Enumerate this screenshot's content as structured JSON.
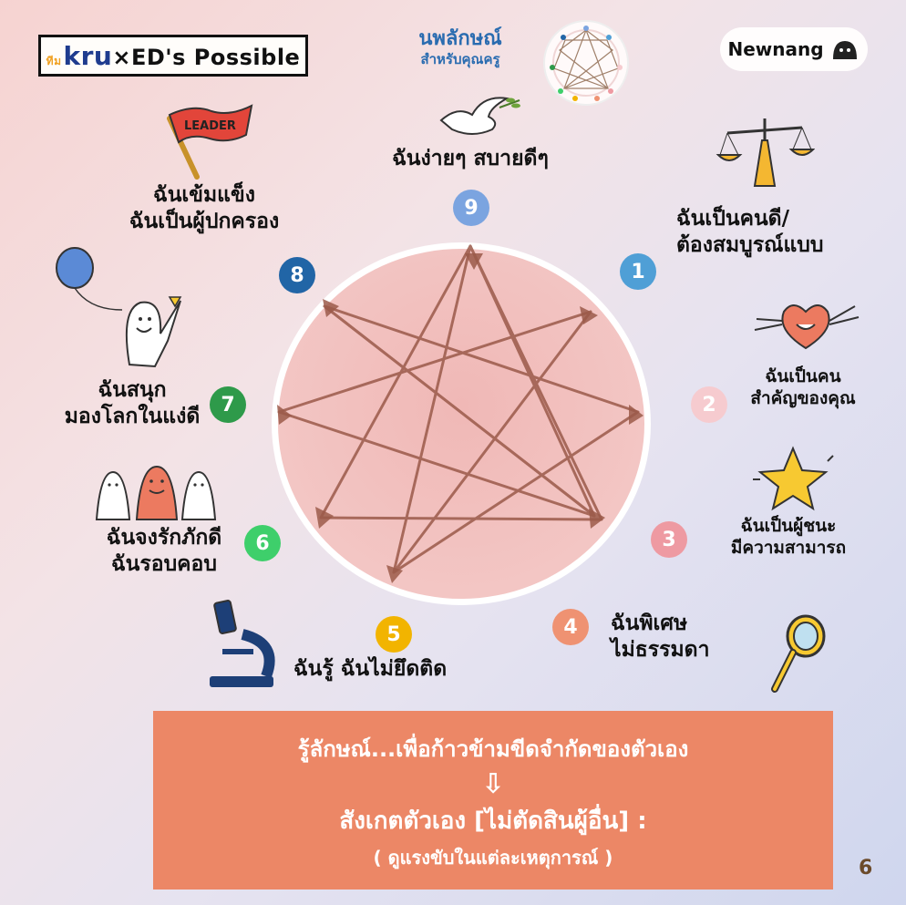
{
  "header": {
    "logo_prefix": "ทีม",
    "logo_kru": "kru",
    "logo_rest": "×ED's Possible",
    "newnang": "Newnang",
    "title_line1": "นพลักษณ์",
    "title_line2": "สำหรับคุณครู"
  },
  "types": [
    {
      "num": "9",
      "color": "#7ba4e0",
      "lines": [
        "ฉันง่ายๆ สบายดีๆ"
      ],
      "icon": "dove-icon"
    },
    {
      "num": "1",
      "color": "#4f9fd6",
      "lines": [
        "ฉันเป็นคนดี/",
        "ต้องสมบูรณ์แบบ"
      ],
      "icon": "scales-icon"
    },
    {
      "num": "2",
      "color": "#f6cbcf",
      "lines": [
        "ฉันเป็นคน",
        "สำคัญของคุณ"
      ],
      "icon": "heart-icon"
    },
    {
      "num": "3",
      "color": "#ee9aa2",
      "lines": [
        "ฉันเป็นผู้ชนะ",
        "มีความสามารถ"
      ],
      "icon": "star-icon"
    },
    {
      "num": "4",
      "color": "#ef9272",
      "lines": [
        "ฉันพิเศษ",
        "ไม่ธรรมดา"
      ],
      "icon": "mirror-icon"
    },
    {
      "num": "5",
      "color": "#f2b400",
      "lines": [
        "ฉันรู้ ฉันไม่ยึดติด"
      ],
      "icon": "microscope-icon"
    },
    {
      "num": "6",
      "color": "#3ecf6b",
      "lines": [
        "ฉันจงรักภักดี",
        "ฉันรอบคอบ"
      ],
      "icon": "people-icon"
    },
    {
      "num": "7",
      "color": "#2e9a4a",
      "lines": [
        "ฉันสนุก",
        "มองโลกในแง่ดี"
      ],
      "icon": "balloon-icon"
    },
    {
      "num": "8",
      "color": "#2165a6",
      "lines": [
        "ฉันเข้มแข็ง",
        "ฉันเป็นผู้ปกครอง"
      ],
      "icon": "leader-flag-icon"
    }
  ],
  "flag_text": "LEADER",
  "banner": {
    "line1": "รู้ลักษณ์...เพื่อก้าวข้ามขีดจำกัดของตัวเอง",
    "arrow": "⇩",
    "line2": "สังเกตตัวเอง [ไม่ตัดสินผู้อื่น] :",
    "line3": "( ดูแรงขับในแต่ละเหตุการณ์ )"
  },
  "page_number": "6",
  "colors": {
    "star_lines": "#9b5a4a",
    "banner": "#ec8766"
  }
}
